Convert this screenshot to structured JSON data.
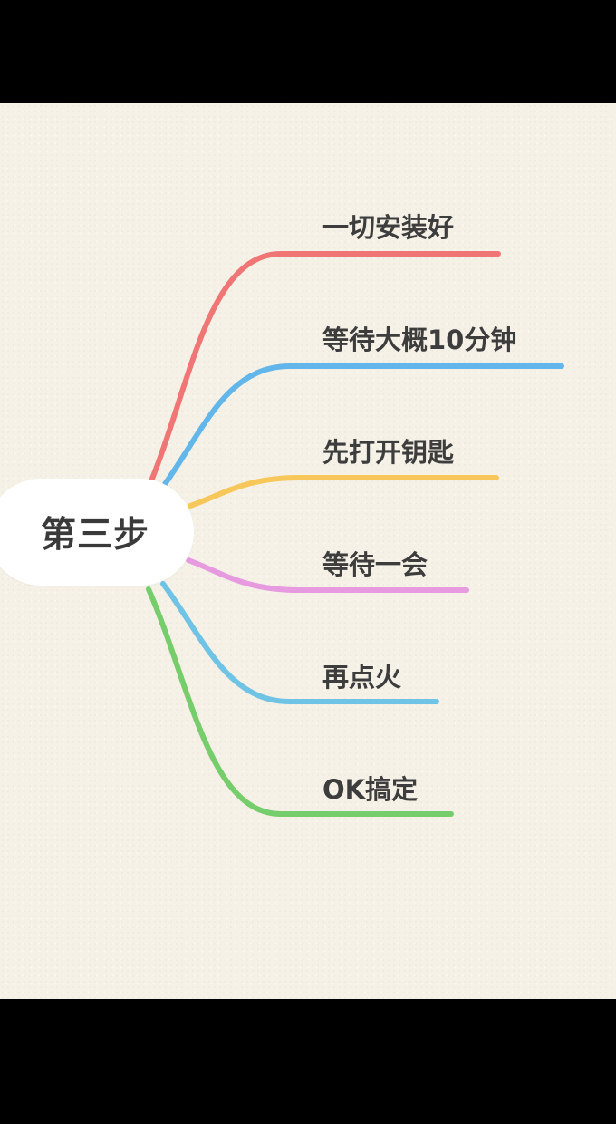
{
  "root": {
    "label": "第三步"
  },
  "branches": [
    {
      "label": "一切安装好",
      "color": "#f07575"
    },
    {
      "label": "等待大概10分钟",
      "color": "#62b6ea"
    },
    {
      "label": "先打开钥匙",
      "color": "#f7c75a"
    },
    {
      "label": "等待一会",
      "color": "#e79ae0"
    },
    {
      "label": "再点火",
      "color": "#6fc3e4"
    },
    {
      "label": "OK搞定",
      "color": "#76cd6b"
    }
  ],
  "colors": {
    "background": "#f5f1e6",
    "letterbox": "#000000",
    "root_node": "#ffffff",
    "text": "#3d3d3d"
  }
}
